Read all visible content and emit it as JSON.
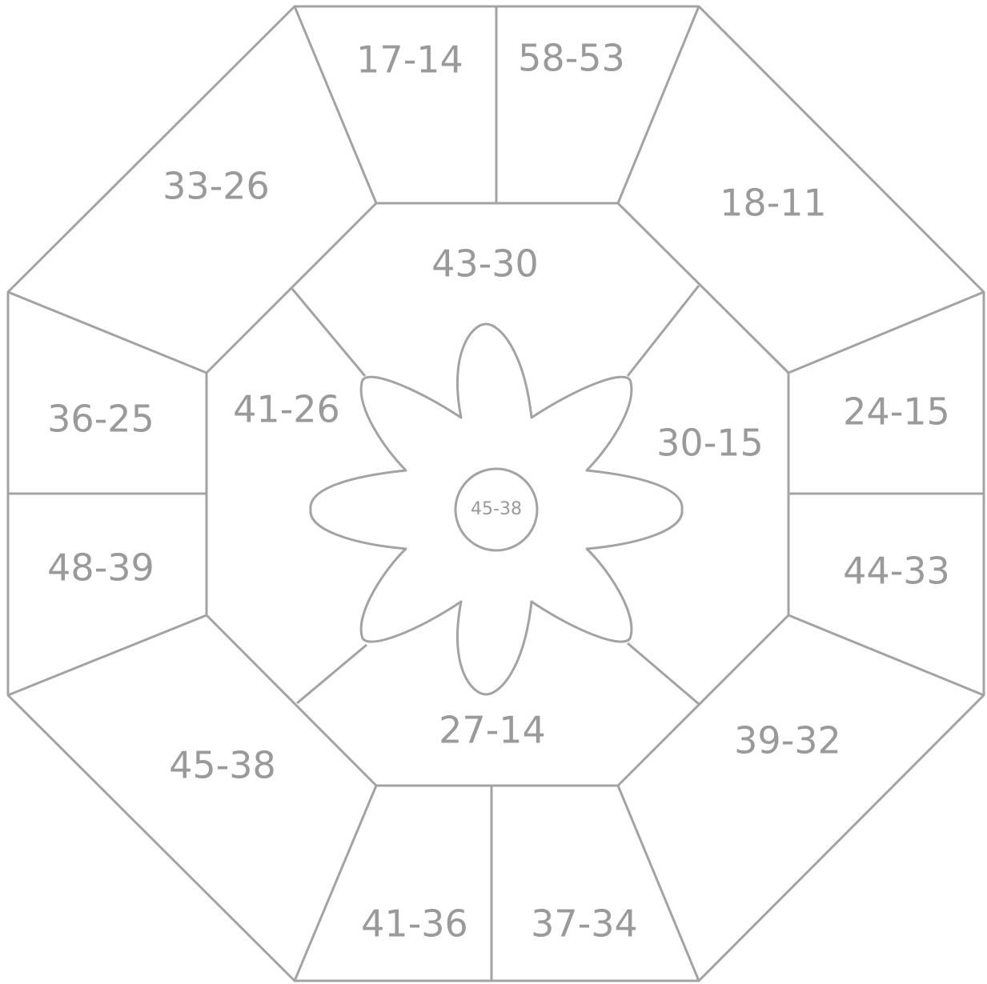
{
  "figure": {
    "type": "color-by-number octagon worksheet",
    "line_color": "#a3a3a3",
    "label_color": "#9a9a9a",
    "background": "#ffffff"
  },
  "regions": {
    "outer_top_left": "17-14",
    "outer_top_right": "58-53",
    "outer_upper_left": "33-26",
    "outer_upper_right": "18-11",
    "outer_left_top": "36-25",
    "outer_left_bottom": "48-39",
    "outer_right_top": "24-15",
    "outer_right_bottom": "44-33",
    "outer_lower_left": "45-38",
    "outer_lower_right": "39-32",
    "outer_bottom_left": "41-36",
    "outer_bottom_right": "37-34",
    "inner_top": "43-30",
    "inner_left": "41-26",
    "inner_right": "30-15",
    "inner_bottom": "27-14",
    "center_circle": "45-38"
  }
}
